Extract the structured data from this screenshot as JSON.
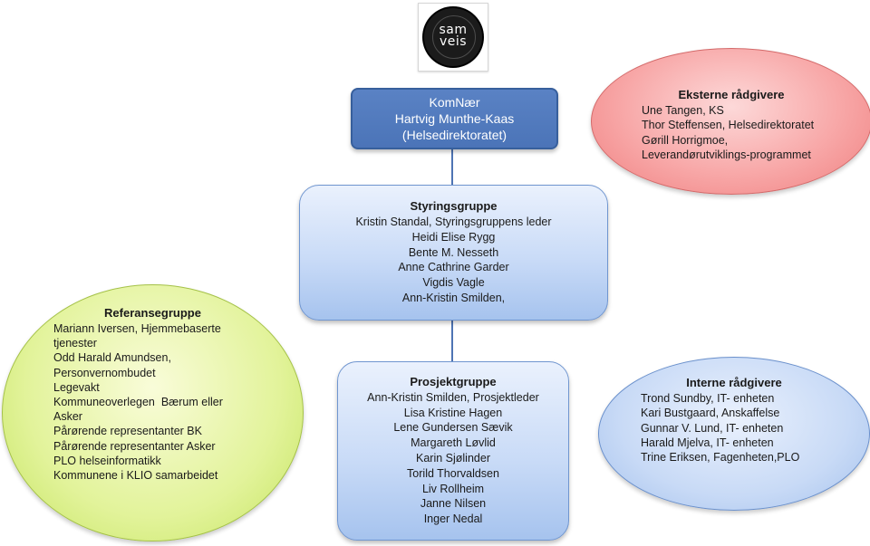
{
  "logo": {
    "line1": "sam",
    "line2": "veis"
  },
  "komnaer": {
    "lines": [
      "KomNær",
      "Hartvig Munthe-Kaas",
      "(Helsedirektoratet)"
    ]
  },
  "eksterne": {
    "heading": "Eksterne rådgivere",
    "members": [
      "Une Tangen, KS",
      "Thor Steffensen, Helsedirektoratet",
      "Gørill Horrigmoe,",
      "Leverandørutviklings-programmet"
    ]
  },
  "styringsgruppe": {
    "heading": "Styringsgruppe",
    "members": [
      "Kristin Standal, Styringsgruppens leder",
      "Heidi Elise Rygg",
      "Bente M. Nesseth",
      "Anne Cathrine Garder",
      "Vigdis Vagle",
      "Ann-Kristin Smilden,"
    ]
  },
  "referansegruppe": {
    "heading": "Referansegruppe",
    "members": [
      "Mariann Iversen, Hjemmebaserte",
      "tjenester",
      "Odd Harald Amundsen,",
      "Personvernombudet",
      "Legevakt",
      "Kommuneoverlegen  Bærum eller",
      "Asker",
      "Pårørende representanter BK",
      "Pårørende representanter Asker",
      "PLO helseinformatikk",
      "Kommunene i KLIO samarbeidet"
    ]
  },
  "prosjektgruppe": {
    "heading": "Prosjektgruppe",
    "members": [
      "Ann-Kristin Smilden, Prosjektleder",
      "Lisa Kristine Hagen",
      "Lene Gundersen Sævik",
      "Margareth Løvlid",
      "Karin Sjølinder",
      "Torild Thorvaldsen",
      "Liv Rollheim",
      "Janne Nilsen",
      "Inger Nedal"
    ]
  },
  "interne": {
    "heading": "Interne rådgivere",
    "members": [
      "Trond Sundby, IT- enheten",
      "Kari Bustgaard, Anskaffelse",
      "Gunnar V. Lund, IT- enheten",
      "Harald Mjelva, IT- enheten",
      "Trine Eriksen, Fagenheten,PLO"
    ]
  }
}
